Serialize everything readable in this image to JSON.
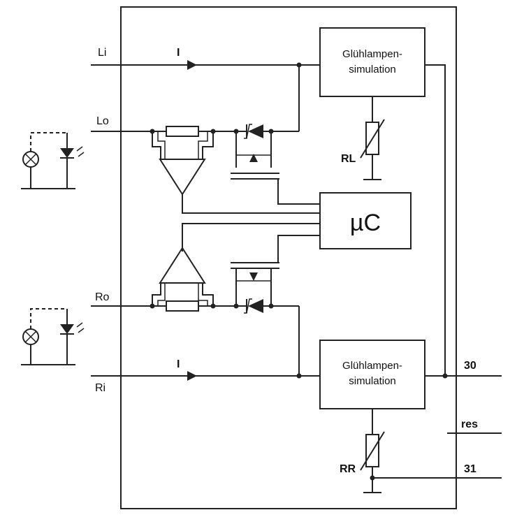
{
  "terminals": {
    "li": "Li",
    "lo": "Lo",
    "ro": "Ro",
    "ri": "Ri",
    "t30": "30",
    "res": "res",
    "t31": "31"
  },
  "current_labels": {
    "top": "I",
    "bottom": "I"
  },
  "blocks": {
    "sim_top": {
      "line1": "Glühlampen-",
      "line2": "simulation"
    },
    "sim_bottom": {
      "line1": "Glühlampen-",
      "line2": "simulation"
    },
    "mcu": "µC"
  },
  "resistors": {
    "rl": "RL",
    "rr": "RR"
  }
}
